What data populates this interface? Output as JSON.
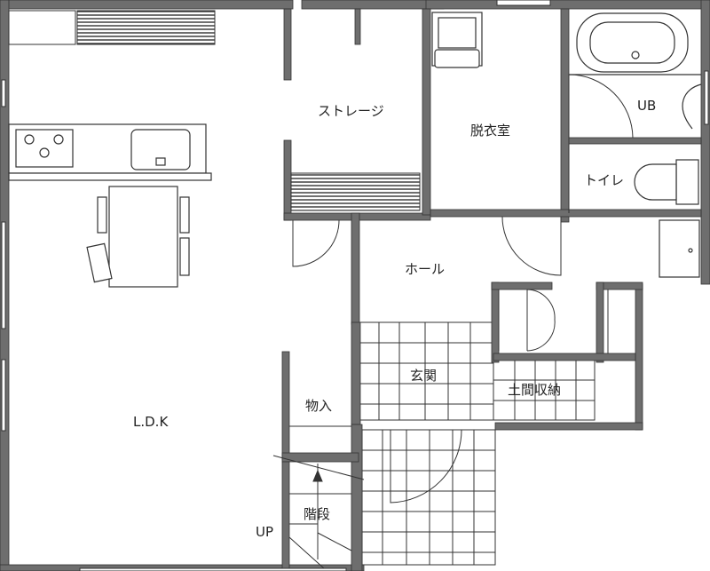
{
  "rooms": {
    "ldk": "L.D.K",
    "storage": "ストレージ",
    "dressing": "脱衣室",
    "ub": "UB",
    "toilet": "トイレ",
    "hall": "ホール",
    "entrance": "玄関",
    "earth_storage": "土間収納",
    "closet": "物入",
    "stairs": "階段",
    "up": "UP"
  },
  "colors": {
    "wall": "#6e6e6e",
    "line": "#444444",
    "background": "#ffffff"
  }
}
